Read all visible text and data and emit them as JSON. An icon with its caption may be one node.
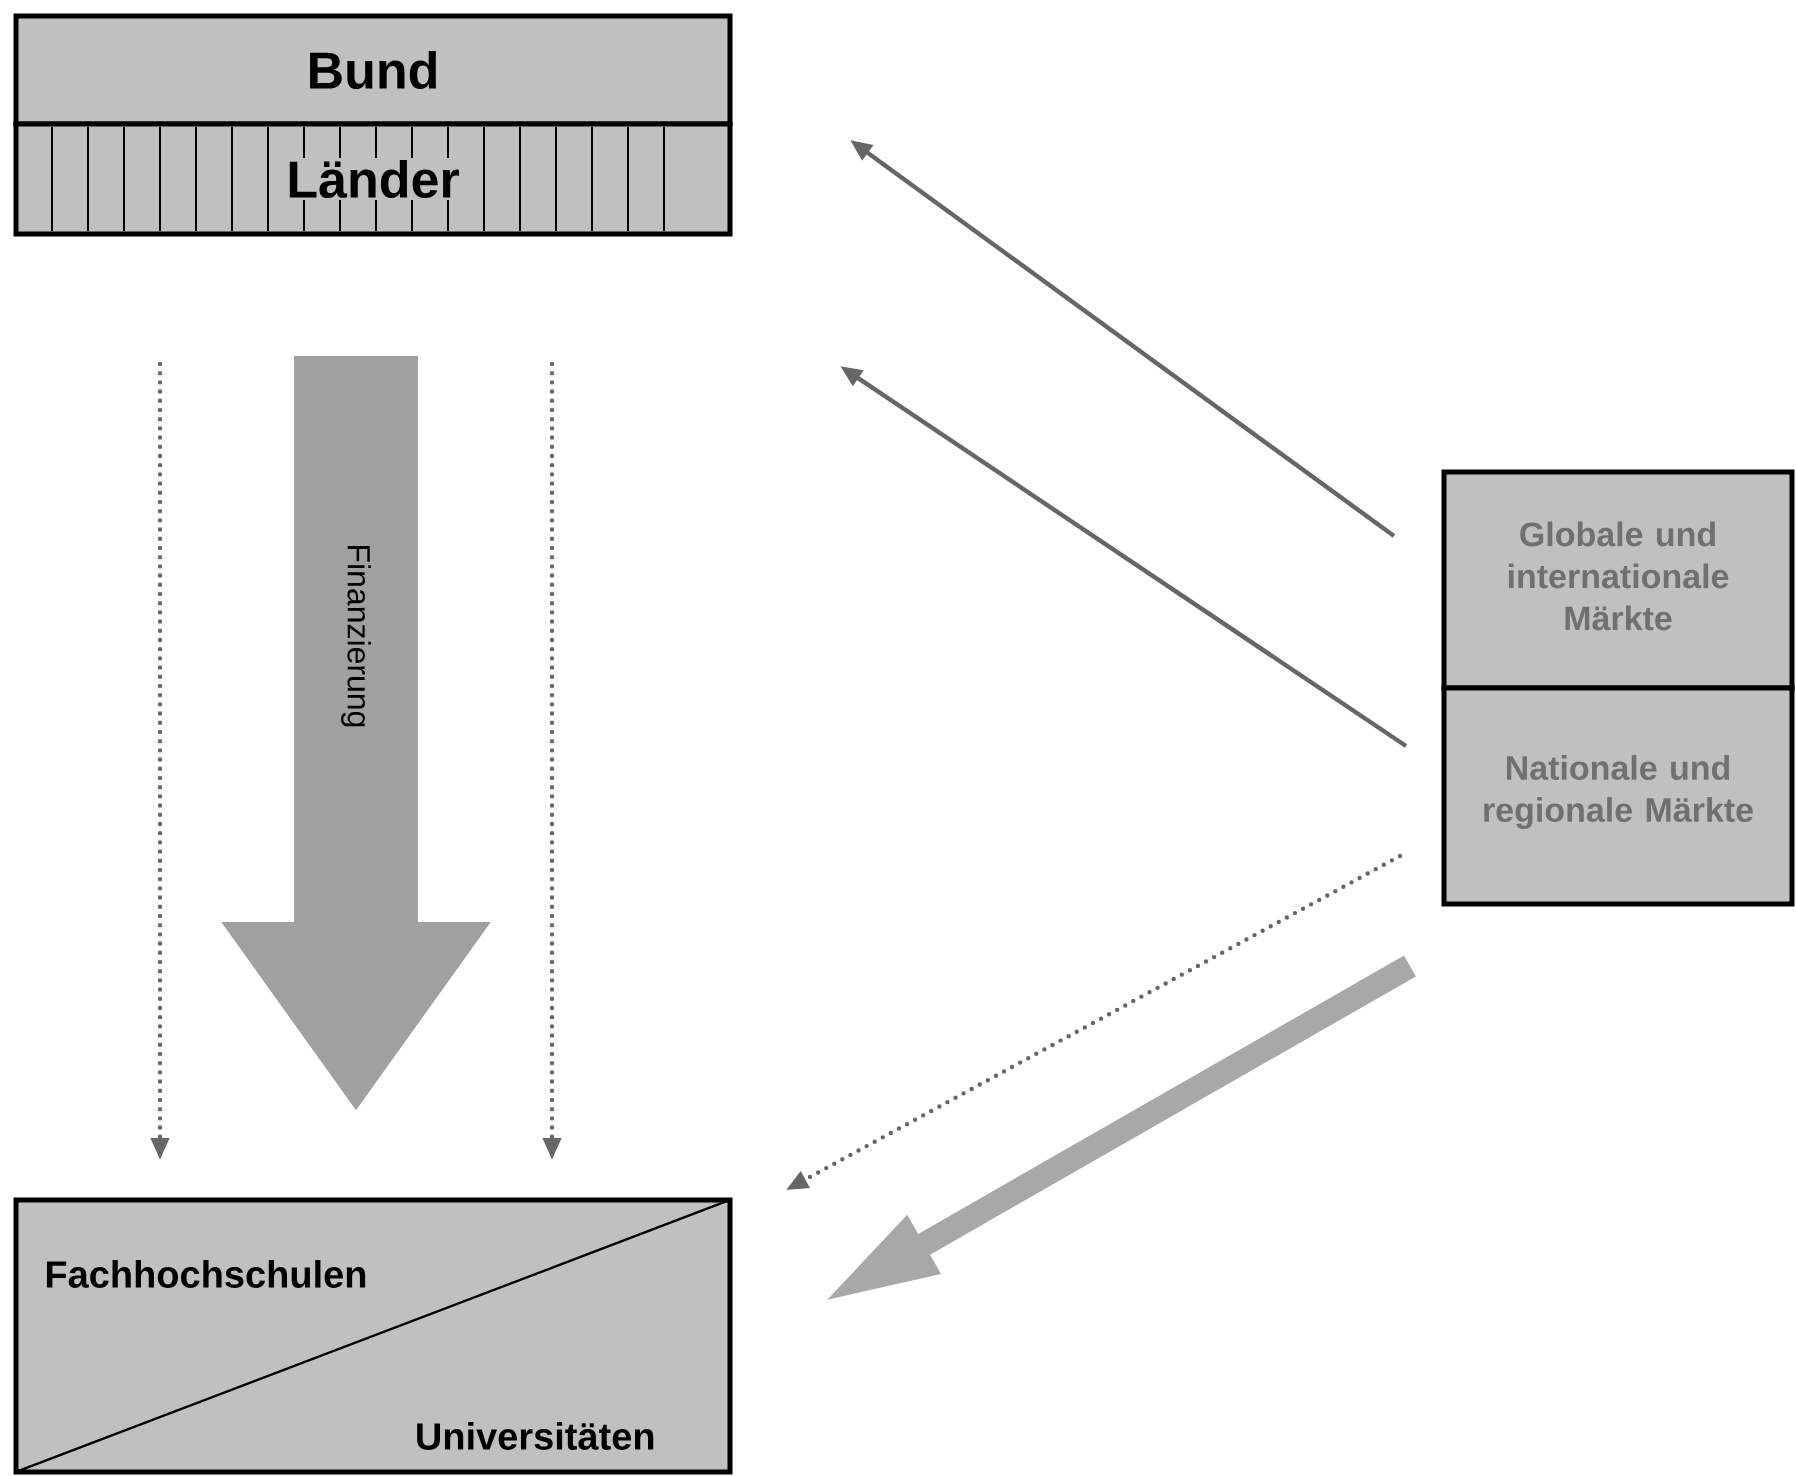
{
  "diagram": {
    "nodes": [
      {
        "text": [
          "Bund"
        ]
      },
      {
        "text": [
          "Länder"
        ]
      },
      {
        "text": [
          "Globale und internationale Märkte"
        ]
      },
      {
        "text": [
          "Nationale und regionale Märkte"
        ]
      },
      {
        "text": [
          "Fachhochschulen",
          "Universitäten"
        ]
      }
    ],
    "edges": [
      {
        "from": 1,
        "to": 4,
        "arrow": "to",
        "style": "dashed"
      },
      {
        "from": 1,
        "to": 4,
        "arrow": "to",
        "label": "Finanzierung",
        "style": "thick",
        "color": "#a0a0a0"
      },
      {
        "from": 1,
        "to": 4,
        "arrow": "to",
        "style": "dashed"
      },
      {
        "from": 2,
        "to": 1,
        "arrow": "to"
      },
      {
        "from": 3,
        "to": null,
        "arrow": "to"
      },
      {
        "from": 3,
        "to": 4,
        "arrow": "to",
        "style": "dashed"
      },
      {
        "from": 3,
        "to": 4,
        "arrow": "to",
        "style": "thick",
        "color": "#a8a8a8"
      }
    ]
  }
}
